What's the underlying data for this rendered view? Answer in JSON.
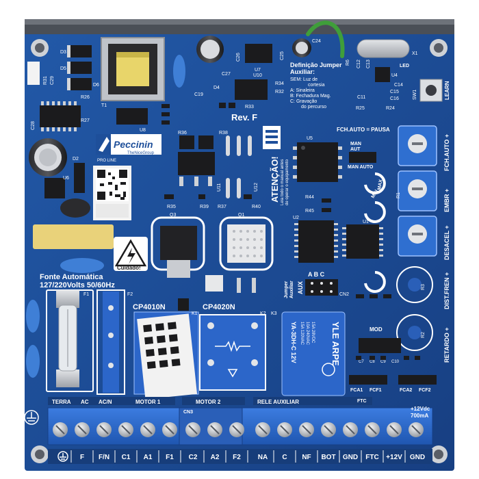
{
  "board": {
    "brand": "Peccinin",
    "brand_sub": "TheNiceGroup",
    "brand_line": "PRO LINE",
    "revision": "Rev. F",
    "colors": {
      "board": "#1e4f9a",
      "board_dark": "#173d7a",
      "silkscreen": "#ffffff",
      "terminal_blue": "#2f6fd0",
      "relay_blue": "#2c66c9",
      "capacitor_yellow": "#e9d27a",
      "chip_black": "#1b1b1d",
      "metal": "#c9ccd1"
    }
  },
  "labels": {
    "jumper_title": "Definição Jumper",
    "jumper_title2": "Auxiliar:",
    "jumper_sem": "SEM: Luz de",
    "jumper_cortesia": "cortesia",
    "jumper_a": "A: Sinaleira",
    "jumper_b": "B: Fechadura Mag.",
    "jumper_c": "C: Gravação",
    "jumper_c2": "do percurso",
    "fch_auto_pausa": "FCH.AUTO = PAUSA",
    "man": "MAN",
    "aut": "AUT",
    "man_auto": "MAN AUTO",
    "attention": "ATENÇÃO!",
    "attention_sub1": "Leia todo o manual antes",
    "attention_sub2": "de operar o equipamento",
    "fonte1": "Fonte Automática",
    "fonte2": "127/220Volts 50/60Hz",
    "cuidado": "Cuidado!",
    "cp4010n": "CP4010N",
    "cp4020n": "CP4020N",
    "jumper_aux": "Jumper",
    "jumper_aux2": "Auxiliar",
    "aux": "AUX",
    "abc": "A  B  C",
    "relay_brand": "YLE ARPE",
    "relay_model": "YA-3DH-C 12V",
    "relay_spec1": "15A 120VAC",
    "relay_spec2": "10A 240VAC",
    "relay_spec3": "15A 28VDC",
    "learn": "LEARN",
    "led": "LED",
    "min": "MIN",
    "max": "MAX",
    "mod": "MOD",
    "fca1": "FCA1",
    "fcf1": "FCF1",
    "fca2": "FCA2",
    "fcf2": "FCF2",
    "ftc": "FTC",
    "power_out1": "+12Vdc",
    "power_out2": "700mA",
    "terra": "TERRA",
    "ac": "AC",
    "acn": "AC/N",
    "motor1": "MOTOR 1",
    "motor2": "MOTOR 2",
    "rele_aux": "RELE AUXILIAR",
    "cn3": "CN3"
  },
  "side_labels": [
    "FCH.AUTO +",
    "EMBR +",
    "DESACEL +",
    "DIST.FREN +",
    "RETARDO +"
  ],
  "components": [
    "T1",
    "D3",
    "D5",
    "D6",
    "R31",
    "C29",
    "R26",
    "R27",
    "C28",
    "U6",
    "D2",
    "U8",
    "C27",
    "C19",
    "D4",
    "C26",
    "U7",
    "C25",
    "C24",
    "R6",
    "C12",
    "C13",
    "X1",
    "C14",
    "U4",
    "C15",
    "C16",
    "C11",
    "R24",
    "R25",
    "U10",
    "R34",
    "R32",
    "R33",
    "R35",
    "R36",
    "R38",
    "R37",
    "R39",
    "R40",
    "Q1",
    "Q3",
    "U11",
    "U12",
    "U5",
    "R44",
    "R45",
    "U2",
    "U1",
    "CN2",
    "R1",
    "R2",
    "R3",
    "K1",
    "K2",
    "K3",
    "F1",
    "F2",
    "SW1",
    "C7",
    "C8",
    "C9",
    "C10"
  ],
  "bottom_terminals": [
    "F",
    "F/N",
    "C1",
    "A1",
    "F1",
    "C2",
    "A2",
    "F2",
    "NA",
    "C",
    "NF",
    "BOT",
    "GND",
    "FTC",
    "+12V",
    "GND"
  ]
}
